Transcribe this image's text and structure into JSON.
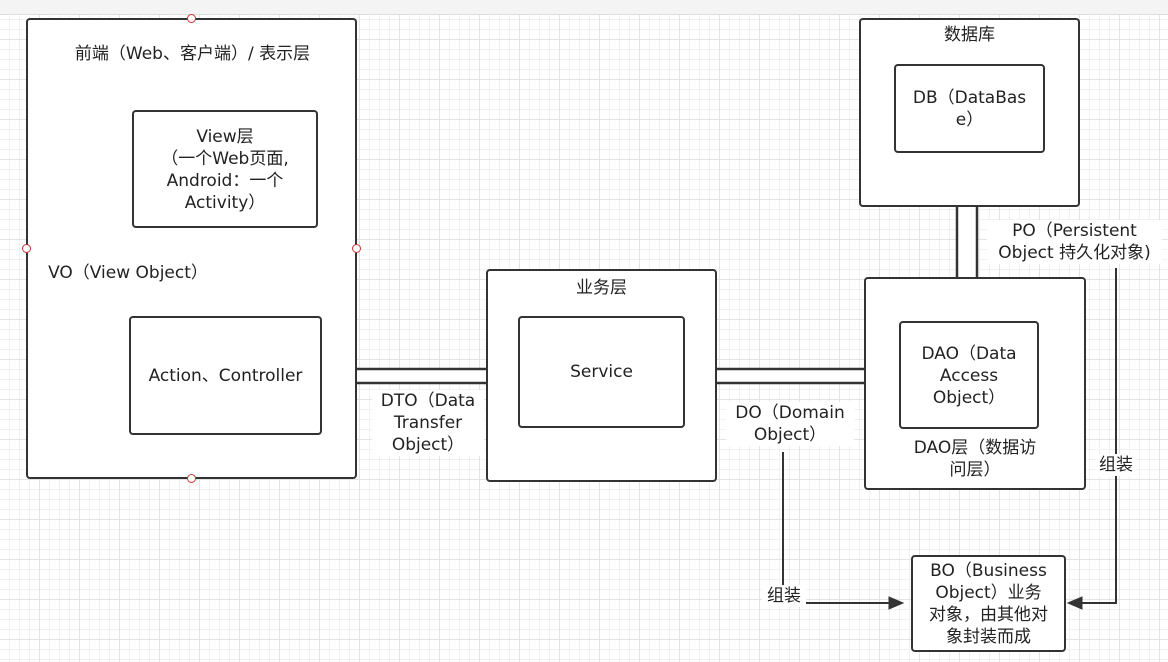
{
  "frontend": {
    "title": "前端（Web、客户端）/ 表示层",
    "view": "View层\n（一个Web页面,\nAndroid：一个\nActivity）",
    "controller": "Action、Controller",
    "vo_label": "VO（View Object）"
  },
  "business": {
    "title": "业务层",
    "service": "Service",
    "dto_label": "DTO（Data\nTransfer\nObject）"
  },
  "database": {
    "title": "数据库",
    "db": "DB（DataBas\ne）"
  },
  "dao": {
    "inner": "DAO（Data\nAccess\nObject）",
    "caption": "DAO层（数据访\n问层）"
  },
  "edges": {
    "do_label": "DO（Domain\nObject）",
    "po_label": "PO（Persistent\nObject 持久化对象)",
    "assemble_left": "组装",
    "assemble_right": "组装"
  },
  "bo": {
    "text": "BO（Business\nObject）业务\n对象，由其他对\n象封装而成"
  },
  "colors": {
    "stroke": "#333333",
    "handle": "#cc3333"
  }
}
